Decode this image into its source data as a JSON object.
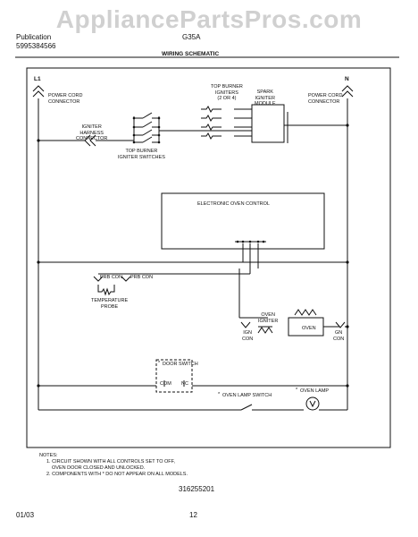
{
  "watermark": "AppliancePartsPros.com",
  "header": {
    "publication_label": "Publication",
    "publication_number": "5995384566",
    "model_partial": "G35A",
    "title": "WIRING SCHEMATIC"
  },
  "lines": {
    "left": "L1",
    "right": "N"
  },
  "labels": {
    "power_cord_left": [
      "POWER CORD",
      "CONNECTOR"
    ],
    "power_cord_right": [
      "POWER CORD",
      "CONNECTOR"
    ],
    "top_burner_igniters": [
      "TOP BURNER",
      "IGNITERS",
      "(2 OR 4)"
    ],
    "spark_igniter_module": [
      "SPARK",
      "IGNITER",
      "MODULE"
    ],
    "igniter_harness": [
      "IGNITER",
      "HARNESS",
      "CONNECTOR"
    ],
    "igniter_switches": [
      "TOP BURNER",
      "IGNITER SWITCHES"
    ],
    "electronic_oven_control": "ELECTRONIC OVEN CONTROL",
    "prb_con_left": "PRB CON",
    "prb_con_right": "PRB CON",
    "temperature_probe": [
      "TEMPERATURE",
      "PROBE"
    ],
    "oven_igniter": [
      "OVEN",
      "IGNITER"
    ],
    "oven": "OVEN",
    "ign_con": [
      "IGN",
      "CON"
    ],
    "gn_con": [
      "GN",
      "CON"
    ],
    "door_switch": "DOOR SWITCH",
    "com": "COM",
    "nc": "NC",
    "oven_lamp_switch": "OVEN LAMP SWITCH",
    "oven_lamp": "OVEN LAMP",
    "star": "*"
  },
  "notes": {
    "heading": "NOTES:",
    "lines": [
      "1. CIRCUIT SHOWN WITH ALL CONTROLS SET TO OFF,",
      "OVEN DOOR CLOSED AND UNLOCKED.",
      "2. COMPONENTS WITH * DO NOT APPEAR ON ALL MODELS."
    ]
  },
  "diagram_number": "316255201",
  "footer": {
    "date": "01/03",
    "page": "12"
  }
}
